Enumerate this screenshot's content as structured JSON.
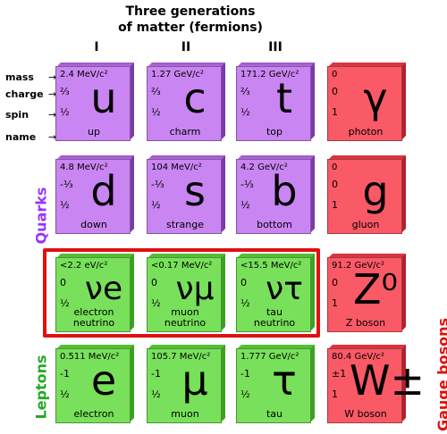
{
  "header": {
    "line1": "Three generations",
    "line2": "of matter (fermions)"
  },
  "generations": [
    "I",
    "II",
    "III"
  ],
  "key": {
    "mass": "mass",
    "charge": "charge",
    "spin": "spin",
    "name": "name"
  },
  "side_labels": {
    "quarks": "Quarks",
    "leptons": "Leptons",
    "gauge_bosons": "Gauge bosons"
  },
  "colors": {
    "quark": "#c985f2",
    "lepton": "#78e05a",
    "boson": "#fa5966",
    "quarks_label": "#9933ff",
    "leptons_label": "#22aa22",
    "gauge_label": "#e01010",
    "highlight": "#e01010"
  },
  "particles": {
    "up": {
      "mass": "2.4 MeV/c²",
      "charge": "⅔",
      "spin": "½",
      "symbol": "u",
      "name": "up"
    },
    "charm": {
      "mass": "1.27 GeV/c²",
      "charge": "⅔",
      "spin": "½",
      "symbol": "c",
      "name": "charm"
    },
    "top": {
      "mass": "171.2 GeV/c²",
      "charge": "⅔",
      "spin": "½",
      "symbol": "t",
      "name": "top"
    },
    "photon": {
      "mass": "0",
      "charge": "0",
      "spin": "1",
      "symbol": "γ",
      "name": "photon"
    },
    "down": {
      "mass": "4.8 MeV/c²",
      "charge": "-⅓",
      "spin": "½",
      "symbol": "d",
      "name": "down"
    },
    "strange": {
      "mass": "104 MeV/c²",
      "charge": "-⅓",
      "spin": "½",
      "symbol": "s",
      "name": "strange"
    },
    "bottom": {
      "mass": "4.2 GeV/c²",
      "charge": "-⅓",
      "spin": "½",
      "symbol": "b",
      "name": "bottom"
    },
    "gluon": {
      "mass": "0",
      "charge": "0",
      "spin": "1",
      "symbol": "g",
      "name": "gluon"
    },
    "nu_e": {
      "mass": "<2.2 eV/c²",
      "charge": "0",
      "spin": "½",
      "symbol": "νe",
      "name1": "electron",
      "name2": "neutrino"
    },
    "nu_mu": {
      "mass": "<0.17 MeV/c²",
      "charge": "0",
      "spin": "½",
      "symbol": "νμ",
      "name1": "muon",
      "name2": "neutrino"
    },
    "nu_tau": {
      "mass": "<15.5 MeV/c²",
      "charge": "0",
      "spin": "½",
      "symbol": "ντ",
      "name1": "tau",
      "name2": "neutrino"
    },
    "z": {
      "mass": "91.2 GeV/c²",
      "charge": "0",
      "spin": "1",
      "symbol": "Z⁰",
      "name": "Z boson"
    },
    "electron": {
      "mass": "0.511 MeV/c²",
      "charge": "-1",
      "spin": "½",
      "symbol": "e",
      "name": "electron"
    },
    "muon": {
      "mass": "105.7 MeV/c²",
      "charge": "-1",
      "spin": "½",
      "symbol": "μ",
      "name": "muon"
    },
    "tau": {
      "mass": "1.777 GeV/c²",
      "charge": "-1",
      "spin": "½",
      "symbol": "τ",
      "name": "tau"
    },
    "w": {
      "mass": "80.4 GeV/c²",
      "charge": "±1",
      "spin": "1",
      "symbol": "W±",
      "name": "W boson"
    }
  }
}
